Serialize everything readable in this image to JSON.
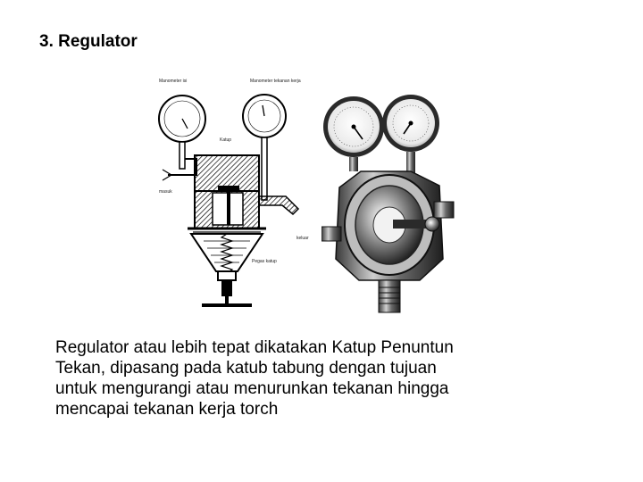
{
  "slide": {
    "title": "3. Regulator",
    "body_lines": [
      "Regulator atau lebih tepat dikatakan Katup Penuntun",
      "Tekan, dipasang pada katub tabung dengan tujuan",
      "untuk mengurangi atau menurunkan tekanan hingga",
      "mencapai tekanan kerja torch"
    ]
  },
  "diagram": {
    "labels": {
      "gauge_left": "Manometer isi",
      "gauge_right": "Manometer tekanan kerja",
      "valve": "Katup",
      "inlet": "masuk",
      "outlet": "keluar",
      "spring": "Pegas katup"
    }
  }
}
